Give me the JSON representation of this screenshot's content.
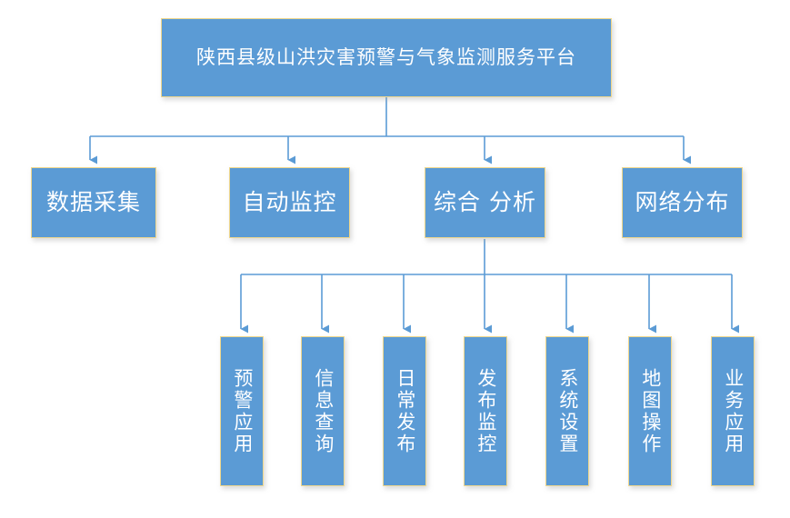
{
  "diagram": {
    "title": "陕西县级山洪灾害预警与气象监测服务平台",
    "type": "org-chart",
    "colors": {
      "node_fill": "#5b9bd5",
      "node_border": "#efd78c",
      "connector": "#5b9bd5",
      "text": "#ffffff",
      "background": "#ffffff"
    },
    "root": {
      "label": "陕西县级山洪灾害预警与气象监测服务平台"
    },
    "level2": [
      {
        "label": "数据采集"
      },
      {
        "label": "自动监控"
      },
      {
        "label": "综合 分析"
      },
      {
        "label": "网络分布"
      }
    ],
    "level3_parent": "综合 分析",
    "level3": [
      {
        "label": "预警应用"
      },
      {
        "label": "信息查询"
      },
      {
        "label": "日常发布"
      },
      {
        "label": "发布监控"
      },
      {
        "label": "系统设置"
      },
      {
        "label": "地图操作"
      },
      {
        "label": "业务应用"
      }
    ]
  }
}
